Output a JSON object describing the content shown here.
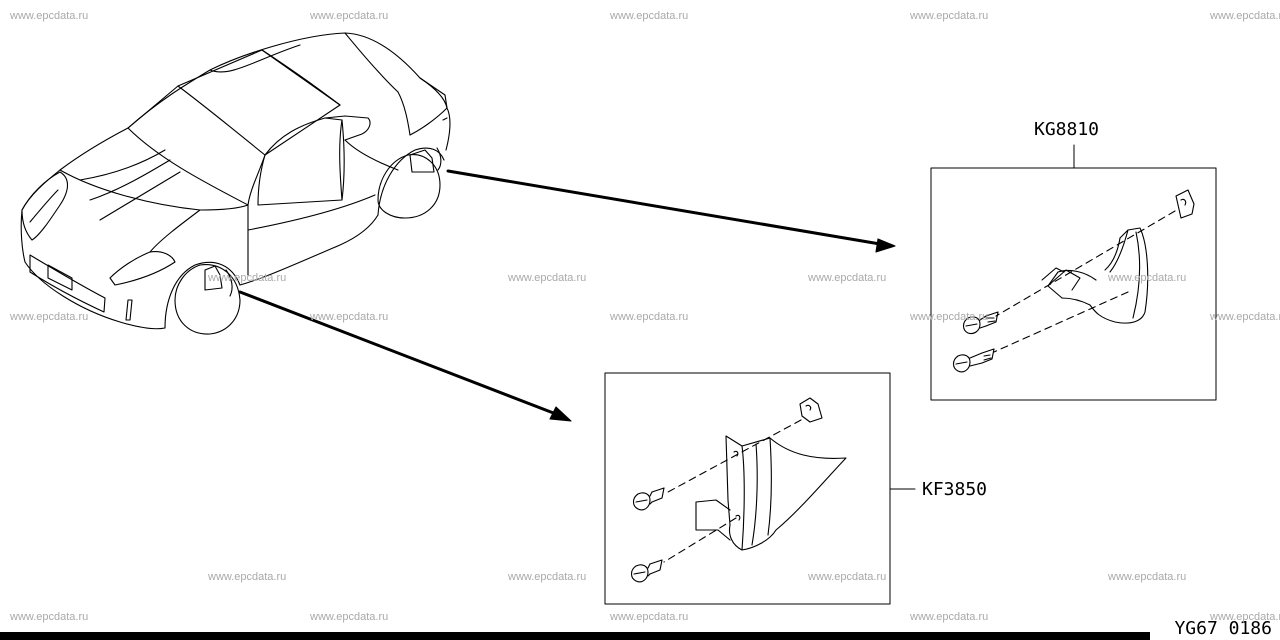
{
  "watermark": "www.epcdata.ru",
  "diagram_code": "YG67 0186",
  "parts": {
    "rear_callout": "KG8810",
    "front_callout": "KF3850"
  }
}
